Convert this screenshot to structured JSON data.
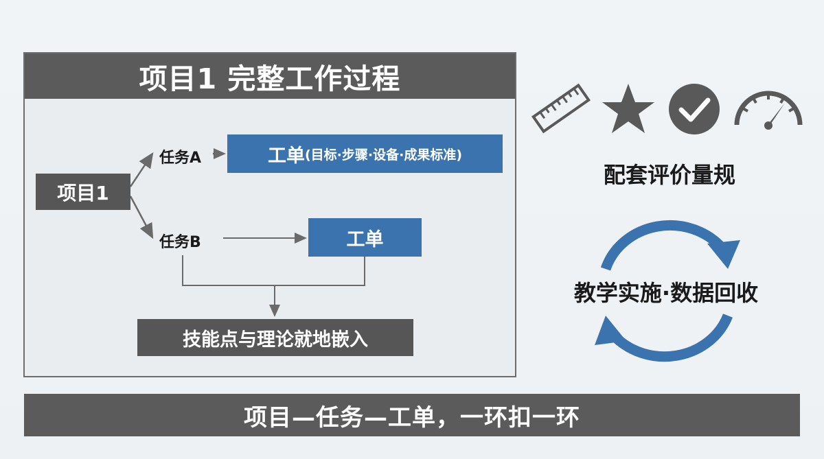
{
  "panel": {
    "title": "项目1 完整工作过程",
    "project_label": "项目1",
    "task_a_label": "任务A",
    "task_b_label": "任务B",
    "workorder_a_main": "工单",
    "workorder_a_detail": "(目标·步骤·设备·成果标准)",
    "workorder_b_label": "工单",
    "skills_label": "技能点与理论就地嵌入"
  },
  "right": {
    "icons": [
      "ruler-icon",
      "star-icon",
      "check-circle-icon",
      "gauge-icon"
    ],
    "rubric_label": "配套评价量规",
    "cycle_label": "教学实施·数据回收"
  },
  "bottom": {
    "text": "项目—任务—工单，一环扣一环"
  },
  "colors": {
    "dark_gray": "#5b5b5b",
    "blue": "#3b73ae",
    "panel_bg": "#e9edf0",
    "icon_gray": "#595959"
  }
}
